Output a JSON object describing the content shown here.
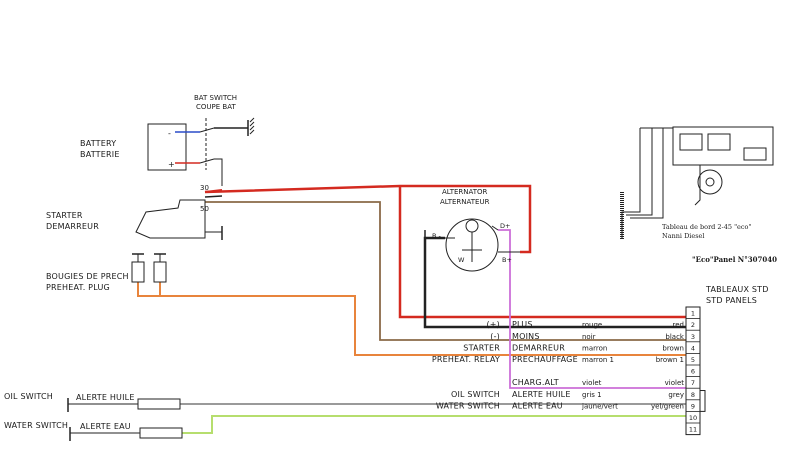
{
  "bat_switch": {
    "line1": "BAT SWITCH",
    "line2": "COUPE BAT"
  },
  "battery": {
    "line1": "BATTERY",
    "line2": "BATTERIE",
    "minus": "-",
    "plus": "+"
  },
  "starter": {
    "line1": "STARTER",
    "line2": "DEMARREUR",
    "term30": "30",
    "term50": "50"
  },
  "glow": {
    "line1": "BOUGIES DE PRECH",
    "line2": "PREHEAT. PLUG"
  },
  "alternator": {
    "line1": "ALTERNATOR",
    "line2": "ALTERNATEUR",
    "b_minus": "B -",
    "b_plus": "B+",
    "d_plus": "D+",
    "w": "W"
  },
  "oil_switch": {
    "left": "OIL SWITCH",
    "right": "ALERTE HUILE"
  },
  "water_switch": {
    "left": "WATER SWITCH",
    "right": "ALERTE EAU"
  },
  "panel": {
    "title1": "TABLEAUX STD",
    "title2": "STD PANELS",
    "caption1": "Tableau de bord  2-45 \"eco\"",
    "caption2": "Nanni Diesel",
    "product": "\"Eco\"Panel  N°307040"
  },
  "wires": [
    {
      "pin": "1",
      "desc": "",
      "func": "",
      "fr": "",
      "en": ""
    },
    {
      "pin": "2",
      "desc": "(+)",
      "func": "PLUS",
      "fr": "rouge",
      "en": "red"
    },
    {
      "pin": "3",
      "desc": "(-)",
      "func": "MOINS",
      "fr": "noir",
      "en": "black"
    },
    {
      "pin": "4",
      "desc": "STARTER",
      "func": "DEMARREUR",
      "fr": "marron",
      "en": "brown"
    },
    {
      "pin": "5",
      "desc": "PREHEAT. RELAY",
      "func": "PRECHAUFFAGE",
      "fr": "marron 1",
      "en": "brown 1"
    },
    {
      "pin": "6",
      "desc": "",
      "func": "",
      "fr": "",
      "en": ""
    },
    {
      "pin": "7",
      "desc": "",
      "func": "CHARG.ALT",
      "fr": "violet",
      "en": "violet"
    },
    {
      "pin": "8",
      "desc": "OIL SWITCH",
      "func": "ALERTE HUILE",
      "fr": "gris 1",
      "en": "grey"
    },
    {
      "pin": "9",
      "desc": "WATER SWITCH",
      "func": "ALERTE EAU",
      "fr": "jaune/vert",
      "en": "yel/green"
    },
    {
      "pin": "10",
      "desc": "",
      "func": "",
      "fr": "",
      "en": ""
    },
    {
      "pin": "11",
      "desc": "",
      "func": "",
      "fr": "",
      "en": ""
    }
  ],
  "colors": {
    "red": "#d42a20",
    "black": "#222222",
    "brown": "#8a6a48",
    "orange": "#e8843c",
    "violet": "#cc6fd8",
    "grey": "#8c8c8c",
    "yellow_green": "#b6de6e"
  }
}
